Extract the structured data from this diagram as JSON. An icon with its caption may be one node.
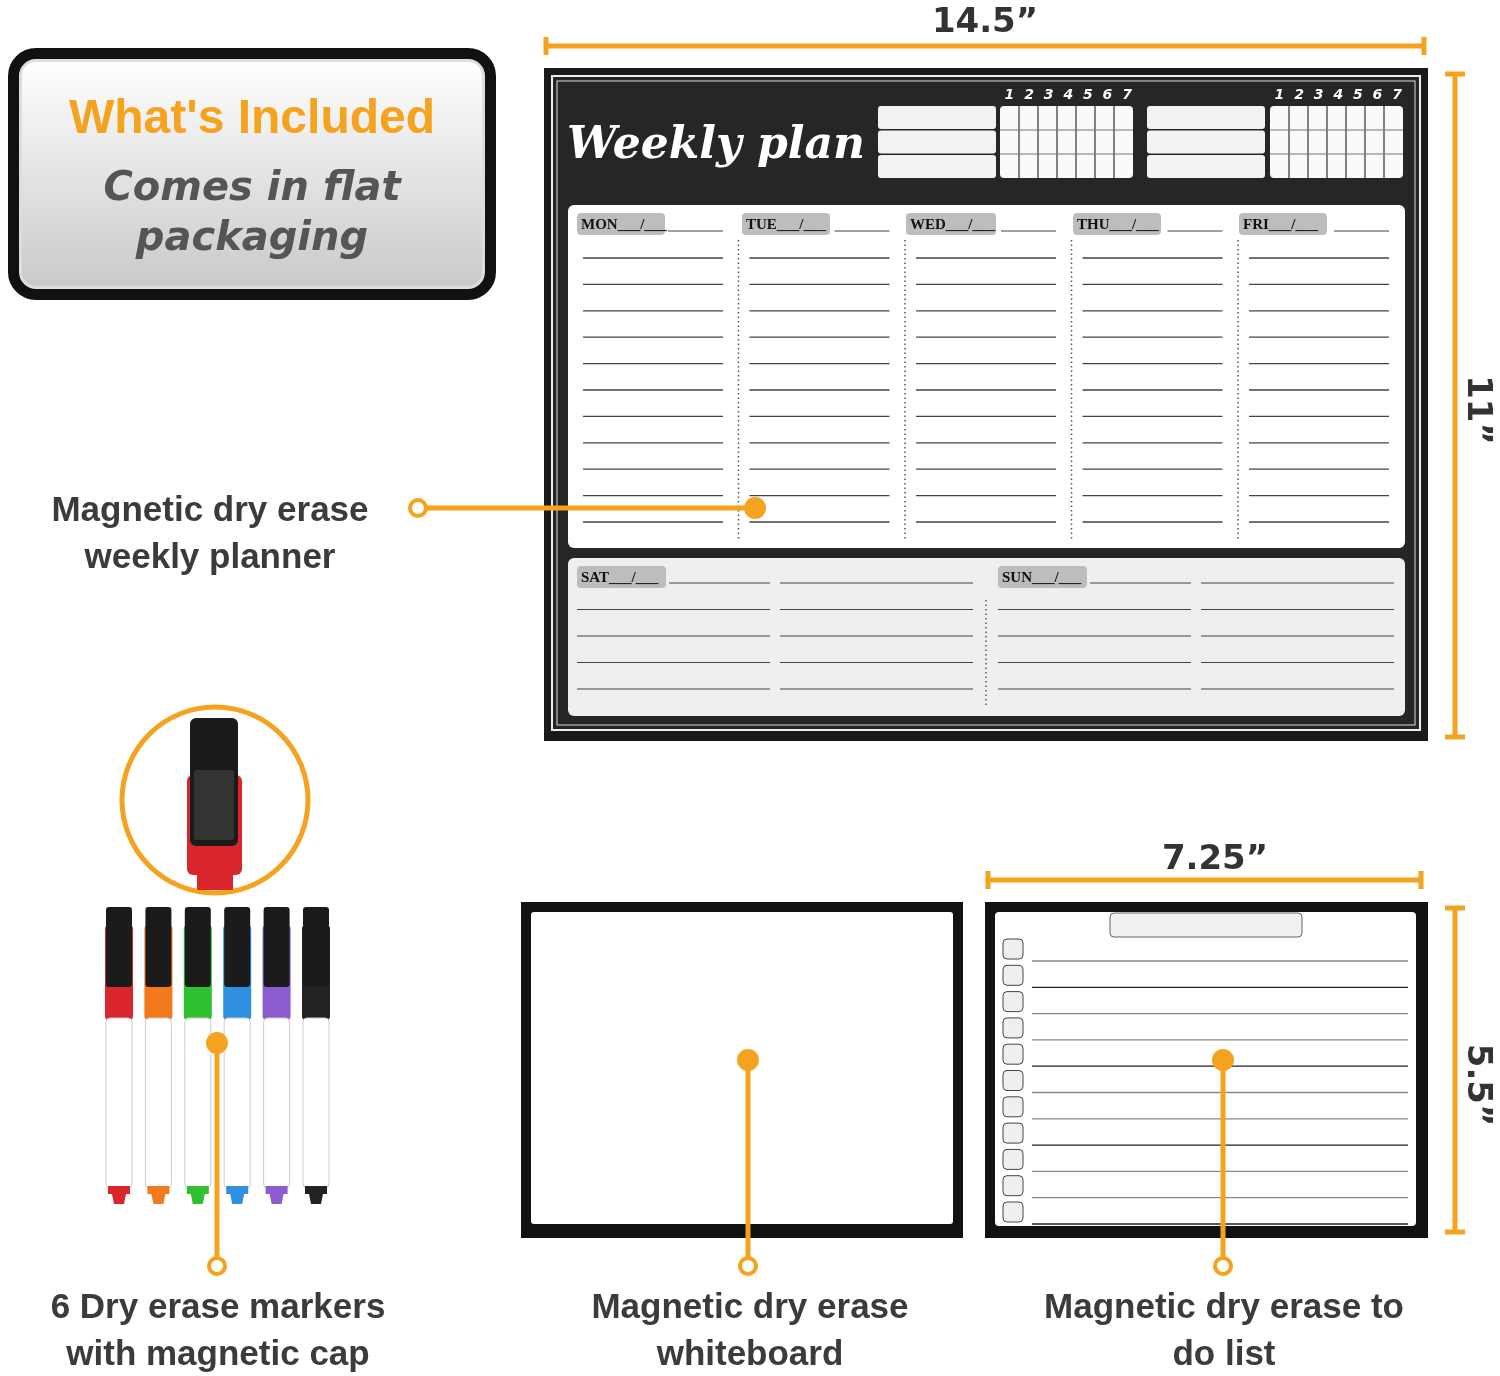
{
  "diagram": {
    "nodes": [
      {
        "text": [
          "What's Included",
          "Comes in flat packaging"
        ]
      },
      {
        "text": [
          "Magnetic dry erase weekly planner"
        ]
      },
      {
        "text": [],
        "shape": "picture"
      },
      {
        "text": [],
        "shape": "picture"
      },
      {
        "text": [
          "6 Dry erase markers with magnetic cap"
        ]
      },
      {
        "text": [],
        "shape": "picture"
      },
      {
        "text": [
          "Magnetic dry erase whiteboard"
        ]
      },
      {
        "text": [],
        "shape": "picture"
      },
      {
        "text": [
          "Magnetic dry erase to do list"
        ]
      }
    ],
    "edges": [
      {
        "from": 1,
        "to": 2,
        "arrow": "other"
      },
      {
        "from": 4,
        "to": 3,
        "arrow": "other"
      },
      {
        "from": 6,
        "to": 5,
        "arrow": "other"
      },
      {
        "from": 8,
        "to": 7,
        "arrow": "other"
      }
    ],
    "labels": [
      "14.5”",
      "11”",
      "7.25”",
      "5.5”",
      "Weekly plan",
      "1 2 3 4 5 6 7",
      "1 2 3 4 5 6 7",
      "MON___/___",
      "TUE___/___",
      "WED___/___",
      "THU___/___",
      "FRI___/___",
      "SAT___/___",
      "SUN___/___"
    ]
  }
}
